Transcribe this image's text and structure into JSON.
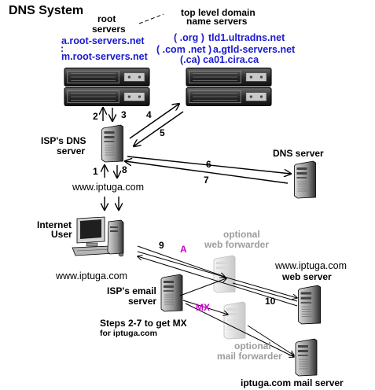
{
  "title": "DNS System",
  "labels": {
    "root_servers": "root",
    "root_servers_2": "servers",
    "tld_line1": "top level domain",
    "tld_line2": "name servers",
    "root_a": "a.root-servers.net",
    "root_colon": ":",
    "root_m": "m.root-servers.net",
    "tld_org": "( .org )",
    "tld_org_server": "tld1.ultradns.net",
    "tld_com_net": "( .com  .net )",
    "tld_com_server": "a.gtld-servers.net",
    "tld_ca": "(.ca) ca01.cira.ca",
    "isp_dns_1": "ISP's DNS",
    "isp_dns_2": "server",
    "dns_server": "DNS server",
    "iptuga_1": "www.iptuga.com",
    "internet_user_1": "Internet",
    "internet_user_2": "User",
    "iptuga_2": "www.iptuga.com",
    "optional_web_1": "optional",
    "optional_web_2": "web forwarder",
    "iptuga_web_host": "www.iptuga.com",
    "web_server": "web server",
    "isp_email_1": "ISP's email",
    "isp_email_2": "server",
    "steps_1": "Steps 2-7 to get MX",
    "steps_2": "for iptuga.com",
    "optional_mail_1": "optional",
    "optional_mail_2": "mail forwarder",
    "mail_server": "iptuga.com mail server",
    "record_a": "A",
    "record_mx": "MX"
  },
  "steps": {
    "s1": "1",
    "s2": "2",
    "s3": "3",
    "s4": "4",
    "s5": "5",
    "s6": "6",
    "s7": "7",
    "s8": "8",
    "s9": "9",
    "s10": "10"
  },
  "colors": {
    "domain_blue": "#1a1ad0",
    "record_magenta": "#cc00cc",
    "optional_grey": "#9c9c9c"
  }
}
